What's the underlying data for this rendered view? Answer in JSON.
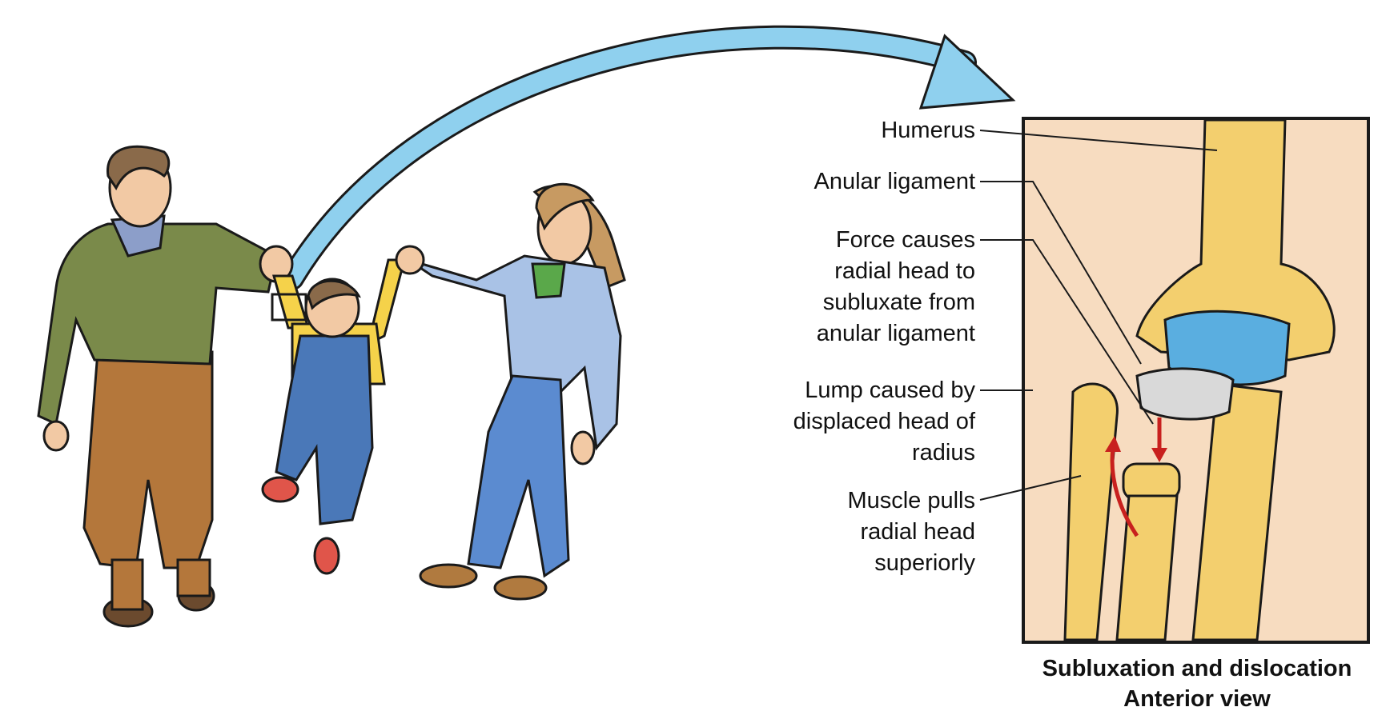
{
  "labels": {
    "humerus": "Humerus",
    "anular_ligament": "Anular ligament",
    "force": "Force causes\nradial head to\nsubluxate from\nanular ligament",
    "lump": "Lump caused by\ndisplaced head of\nradius",
    "muscle": "Muscle pulls\nradial head\nsuperiorly"
  },
  "caption": {
    "line1": "Subluxation and dislocation",
    "line2": "Anterior view"
  },
  "colors": {
    "background": "#000000",
    "panel": "#ffffff",
    "arrow": "#8fd0ee",
    "bone": "#f3cf6e",
    "cartilage": "#5aaee0",
    "ligament": "#d9d9d9",
    "skin": "#f7dcc0",
    "red_arrow": "#c8201e"
  }
}
